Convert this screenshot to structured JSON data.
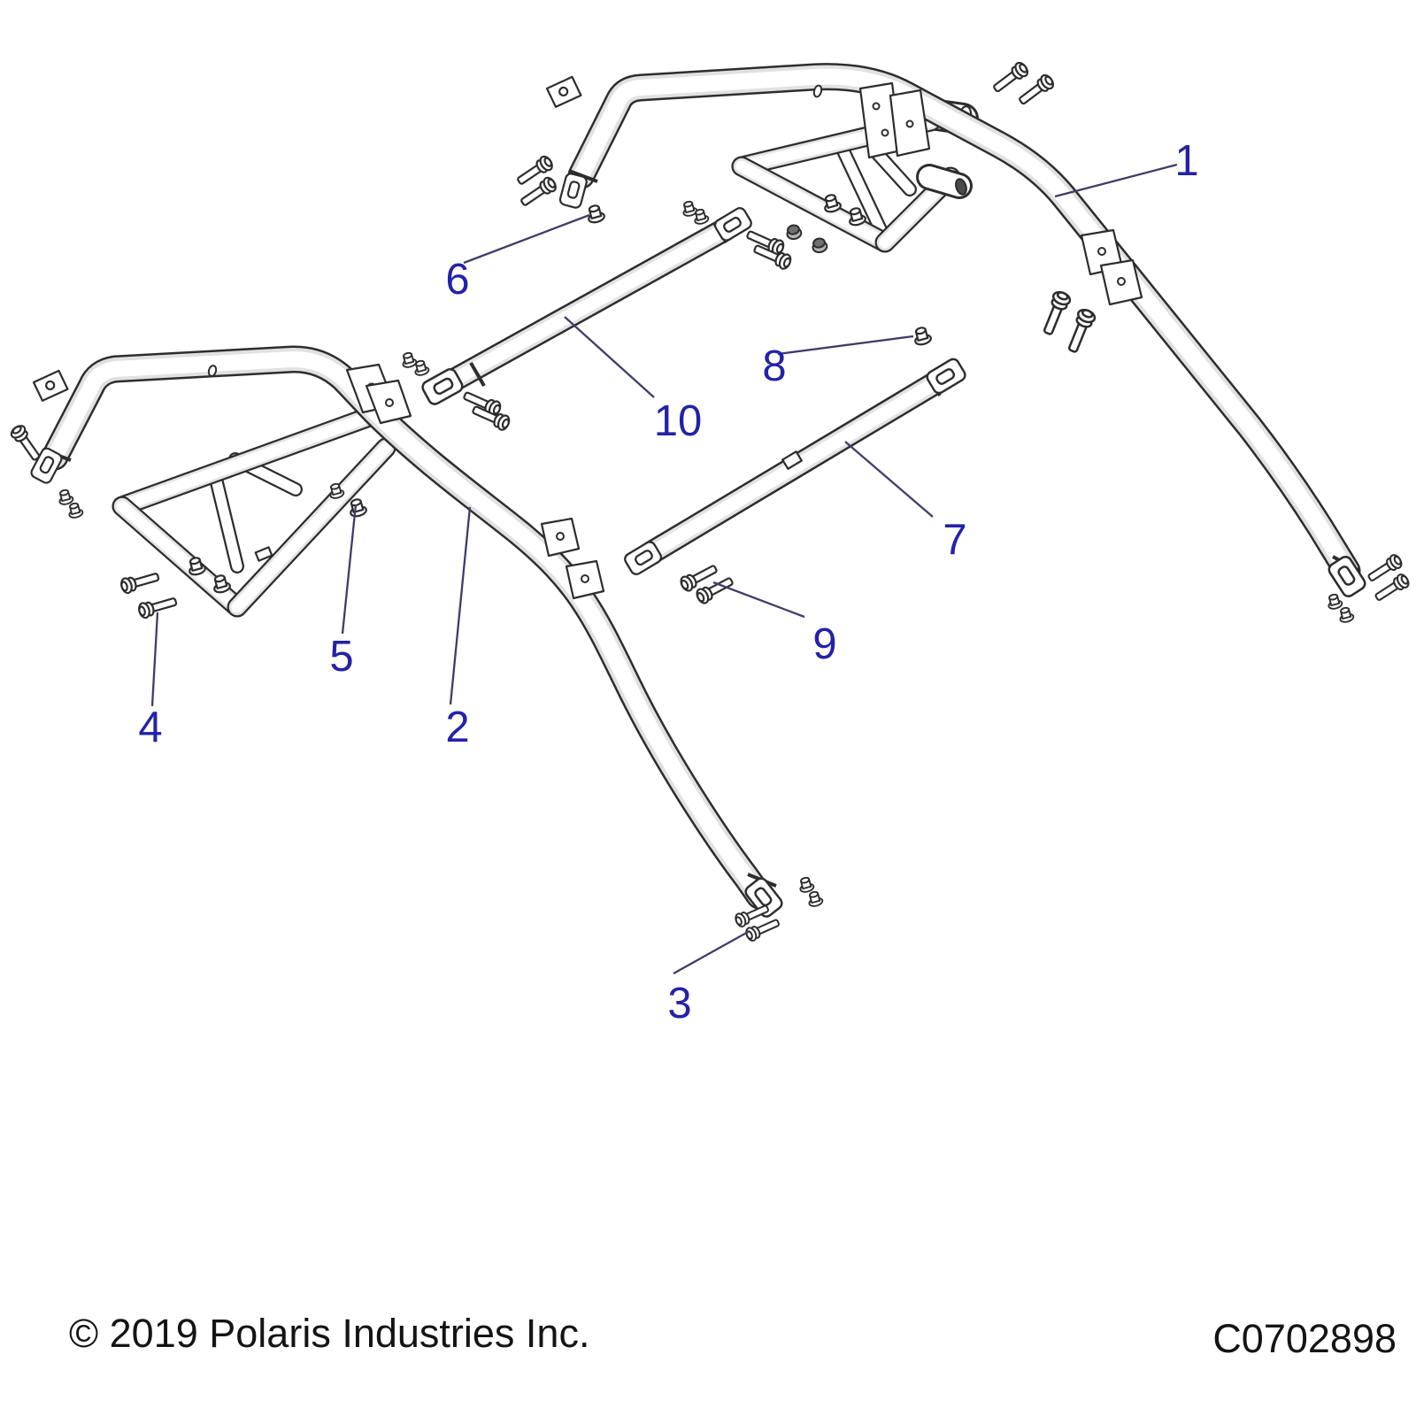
{
  "footer": {
    "copyright": "© 2019 Polaris Industries Inc.",
    "part_code": "C0702898"
  },
  "callouts": [
    {
      "number": "1"
    },
    {
      "number": "2"
    },
    {
      "number": "3"
    },
    {
      "number": "4"
    },
    {
      "number": "5"
    },
    {
      "number": "6"
    },
    {
      "number": "7"
    },
    {
      "number": "8"
    },
    {
      "number": "9"
    },
    {
      "number": "10"
    }
  ],
  "colors": {
    "background": "#ffffff",
    "line_art": "#2d2d2d",
    "tube_fill": "#ffffff",
    "tube_shade": "#e1e1e1",
    "callout_text": "#2222aa",
    "leader_line": "#3d3d6b",
    "footer_text": "#141414"
  }
}
